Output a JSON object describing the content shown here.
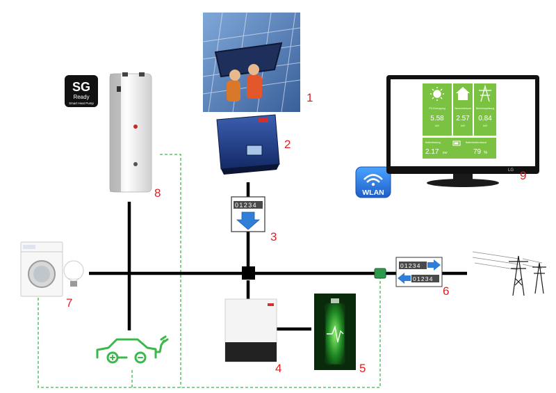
{
  "heat_pump": {
    "badge_big": "SG",
    "badge_small": "Ready",
    "badge_caption": "Smart Heat Pump"
  },
  "labels": [
    "1",
    "2",
    "3",
    "4",
    "5",
    "6",
    "7",
    "8",
    "9"
  ],
  "meter_pv": {
    "digits": "01234"
  },
  "meter_grid": {
    "digits_in": "01234",
    "digits_out": "01234"
  },
  "wlan": {
    "text": "WLAN"
  },
  "monitor": {
    "brand": "LG",
    "tiles": [
      {
        "label": "PV-Erzeugung",
        "value": "5.58",
        "unit": "kW"
      },
      {
        "label": "Hausverbrauch",
        "value": "2.57",
        "unit": "kW"
      },
      {
        "label": "Netzeinspeisung",
        "value": "0.84",
        "unit": "kW"
      }
    ],
    "battery": [
      {
        "label": "Batterieladung",
        "value": "2.17",
        "unit": "kW"
      },
      {
        "label": "Batterieladezustand",
        "value": "79",
        "unit": "%"
      }
    ]
  },
  "colors": {
    "bus": "#000000",
    "comm": "#3bb84a",
    "label": "#e02020",
    "screen_green": "#7cc242",
    "arrow_blue": "#2f7ed8"
  }
}
